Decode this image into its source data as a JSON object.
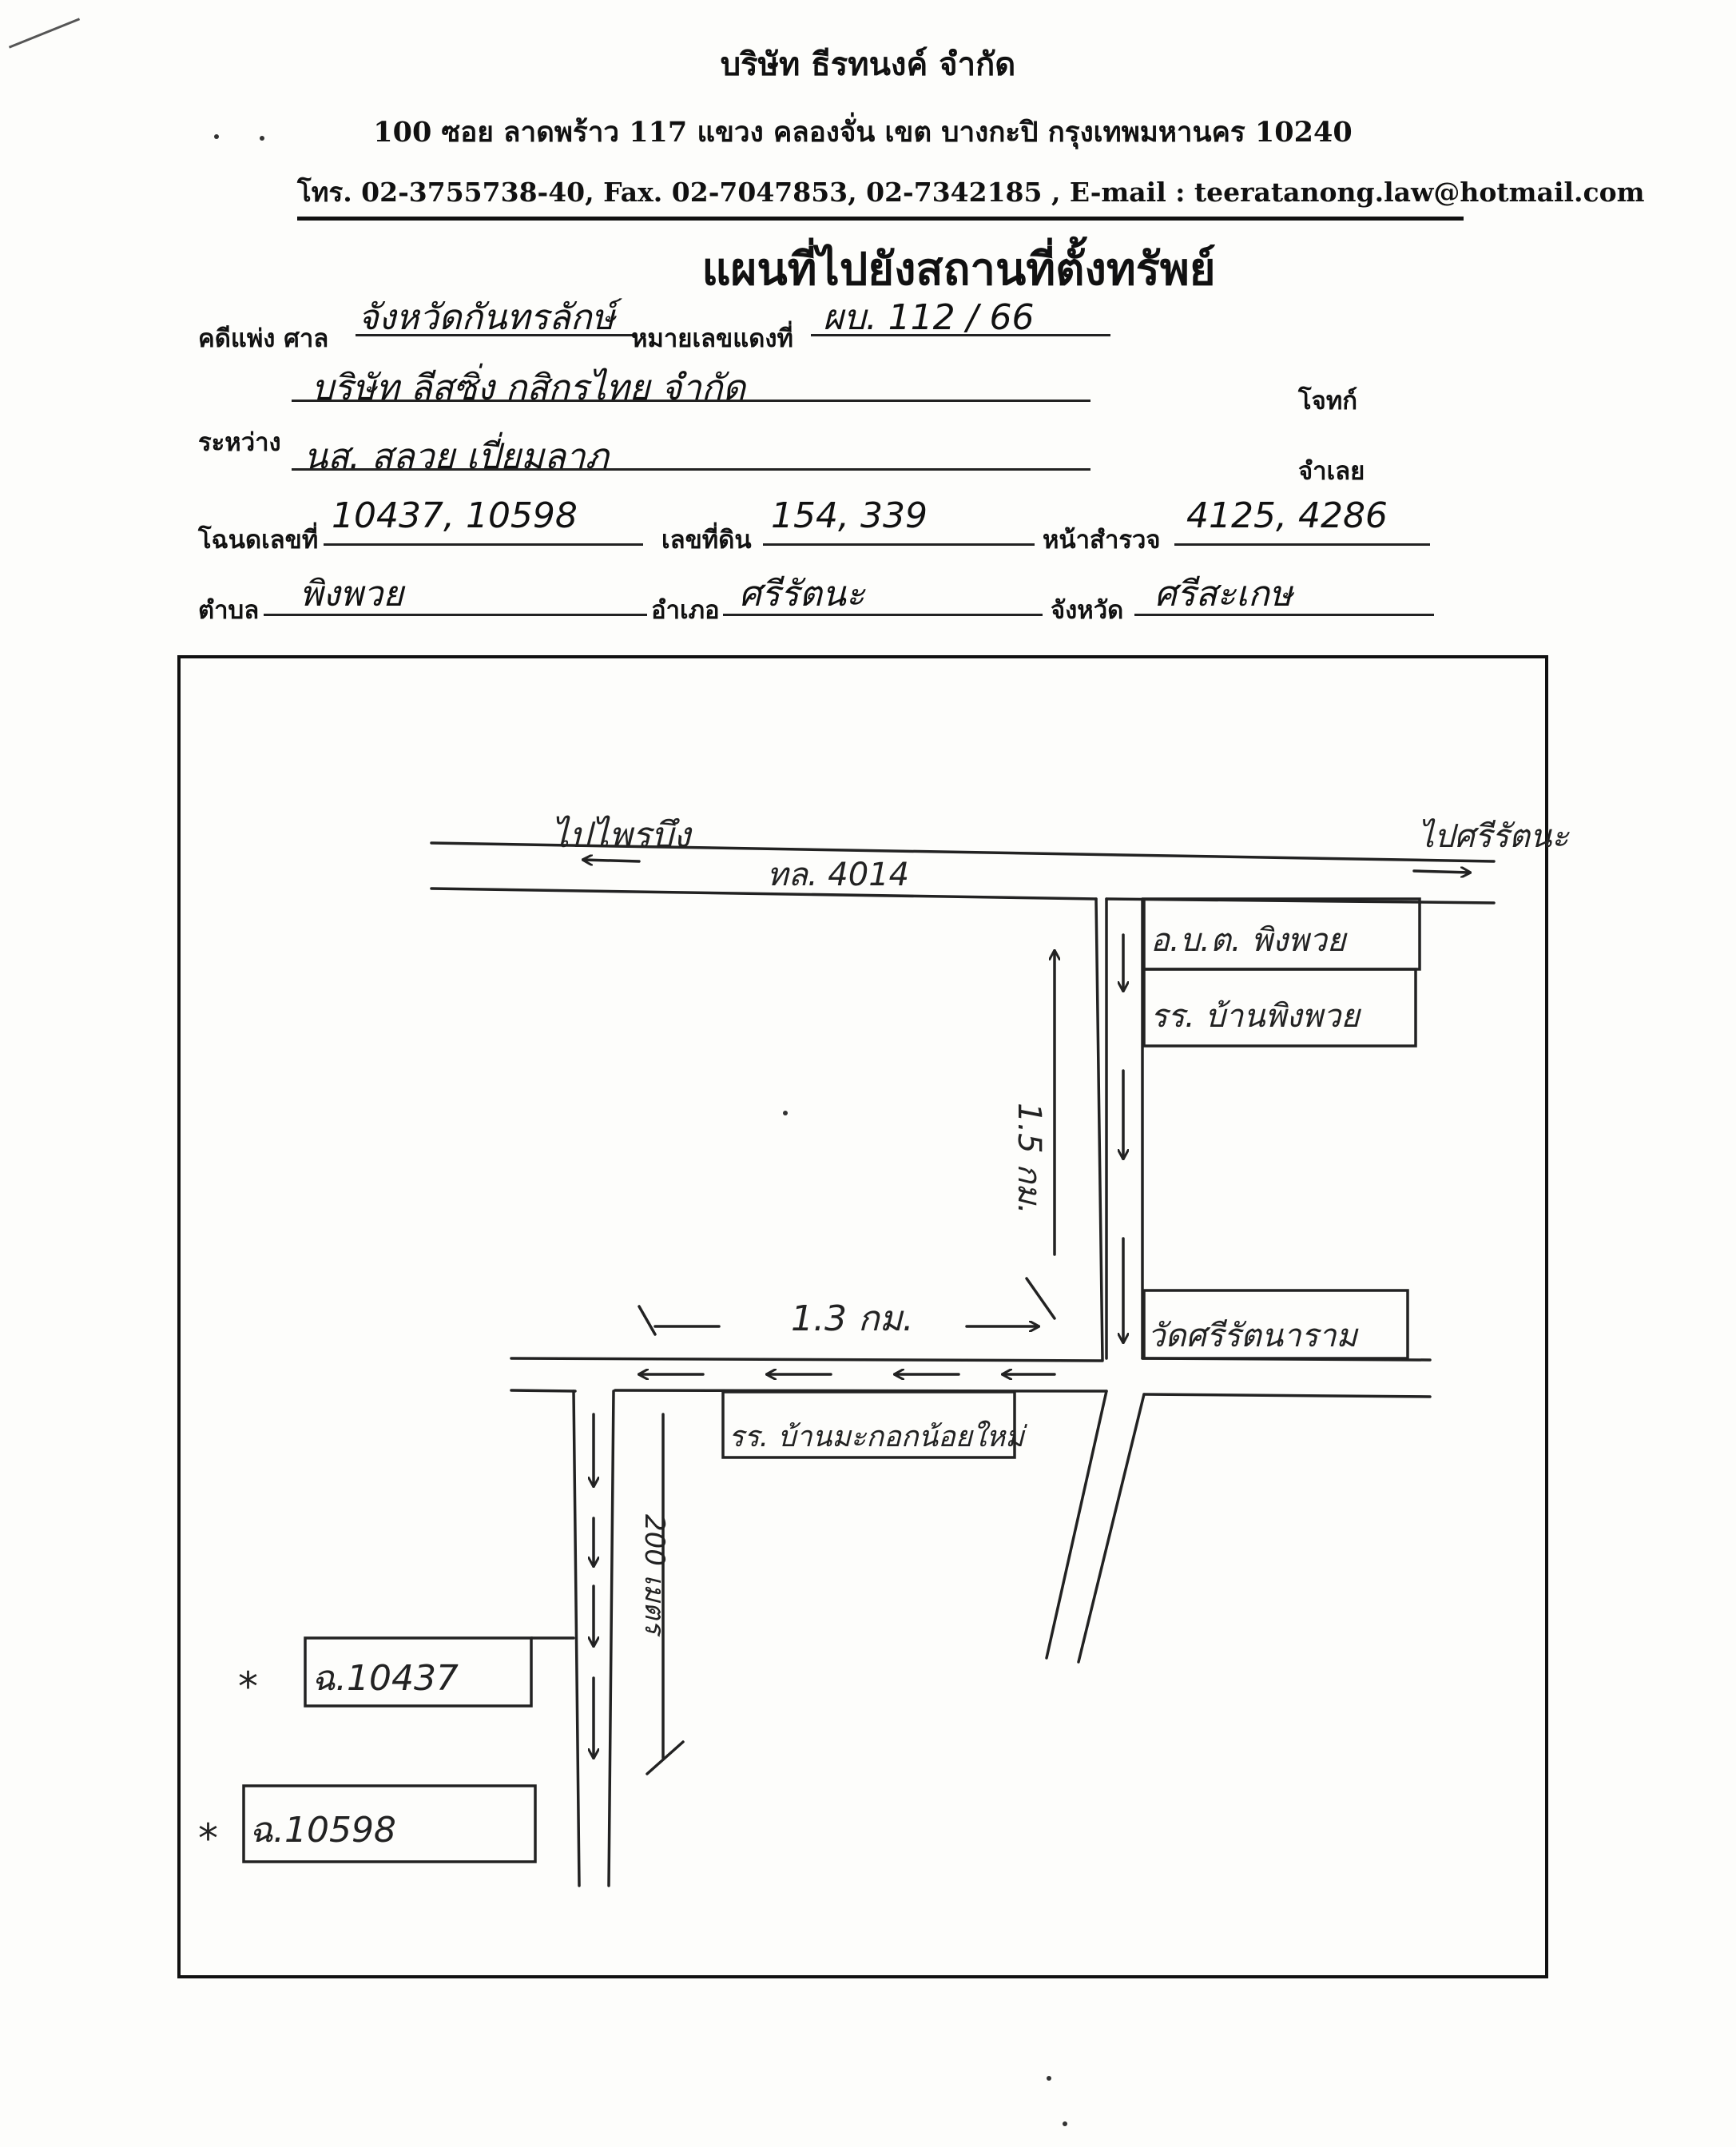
{
  "header": {
    "company": "บริษัท ธีรทนงค์ จำกัด",
    "address": "100 ซอย ลาดพร้าว 117 แขวง คลองจั่น เขต บางกะปิ กรุงเทพมหานคร 10240",
    "contact": "โทร. 02-3755738-40, Fax. 02-7047853, 02-7342185 , E-mail : teeratanong.law@hotmail.com"
  },
  "title": "แผนที่ไปยังสถานที่ตั้งทรัพย์",
  "form": {
    "case_label": "คดีแพ่ง ศาล",
    "court": "จังหวัดกันทรลักษ์",
    "black_no_label": "หมายเลขแดงที่",
    "black_no": "ผบ. 112 / 66",
    "between_label": "ระหว่าง",
    "plaintiff": "บริษัท ลีสซิ่ง กสิกรไทย จำกัด",
    "plaintiff_label": "โจทก์",
    "defendant": "นส. สลวย เปี่ยมลาภ",
    "defendant_label": "จำเลย",
    "deed_label": "โฉนดเลขที่",
    "deed": "10437, 10598",
    "land_no_label": "เลขที่ดิน",
    "land_no": "154, 339",
    "survey_label": "หน้าสำรวจ",
    "survey": "4125, 4286",
    "subdistrict_label": "ตำบล",
    "subdistrict": "พิงพวย",
    "district_label": "อำเภอ",
    "district": "ศรีรัตนะ",
    "province_label": "จังหวัด",
    "province": "ศรีสะเกษ"
  },
  "map": {
    "to_west": "ไปไพรบึง",
    "to_east": "ไปศรีรัตนะ",
    "highway": "ทล. 4014",
    "label_obt": "อ.บ.ต. พิงพวย",
    "label_school1": "รร. บ้านพิงพวย",
    "label_temple": "วัดศรีรัตนาราม",
    "label_school2": "รร. บ้านมะกอกน้อยใหม่",
    "dist_north": "1.5 กม.",
    "dist_west": "1.3 กม.",
    "dist_south": "200 เมตร",
    "plot1": "ฉ.10437",
    "plot2": "ฉ.10598",
    "star": "*"
  }
}
